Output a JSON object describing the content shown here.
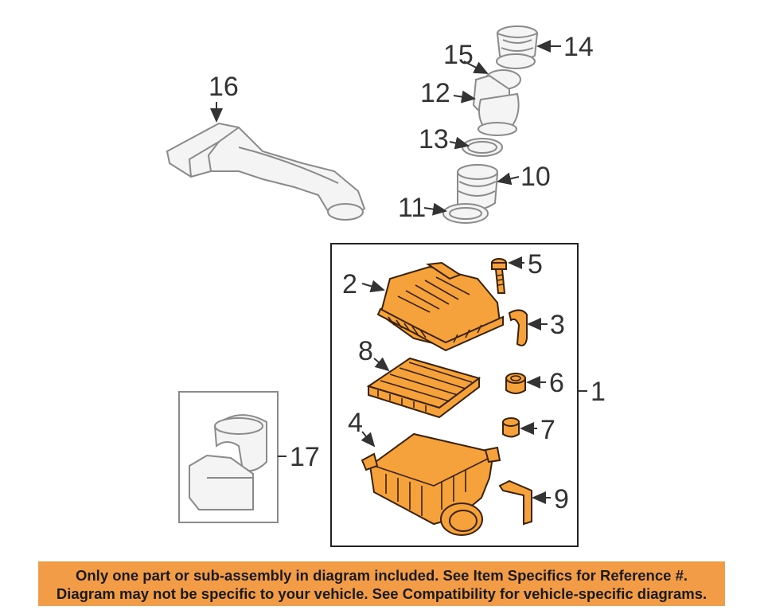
{
  "callouts": {
    "c1": "1",
    "c2": "2",
    "c3": "3",
    "c4": "4",
    "c5": "5",
    "c6": "6",
    "c7": "7",
    "c8": "8",
    "c9": "9",
    "c10": "10",
    "c11": "11",
    "c12": "12",
    "c13": "13",
    "c14": "14",
    "c15": "15",
    "c16": "16",
    "c17": "17"
  },
  "banner": {
    "line1": "Only one part or sub-assembly in diagram included. See Item Specifics for Reference #.",
    "line2": "Diagram may not be specific to your vehicle. See Compatibility for vehicle-specific diagrams."
  },
  "colors": {
    "part_fill": "#f6a23c",
    "banner_bg": "#f39c48",
    "ghost_stroke": "#8a8a8a"
  }
}
